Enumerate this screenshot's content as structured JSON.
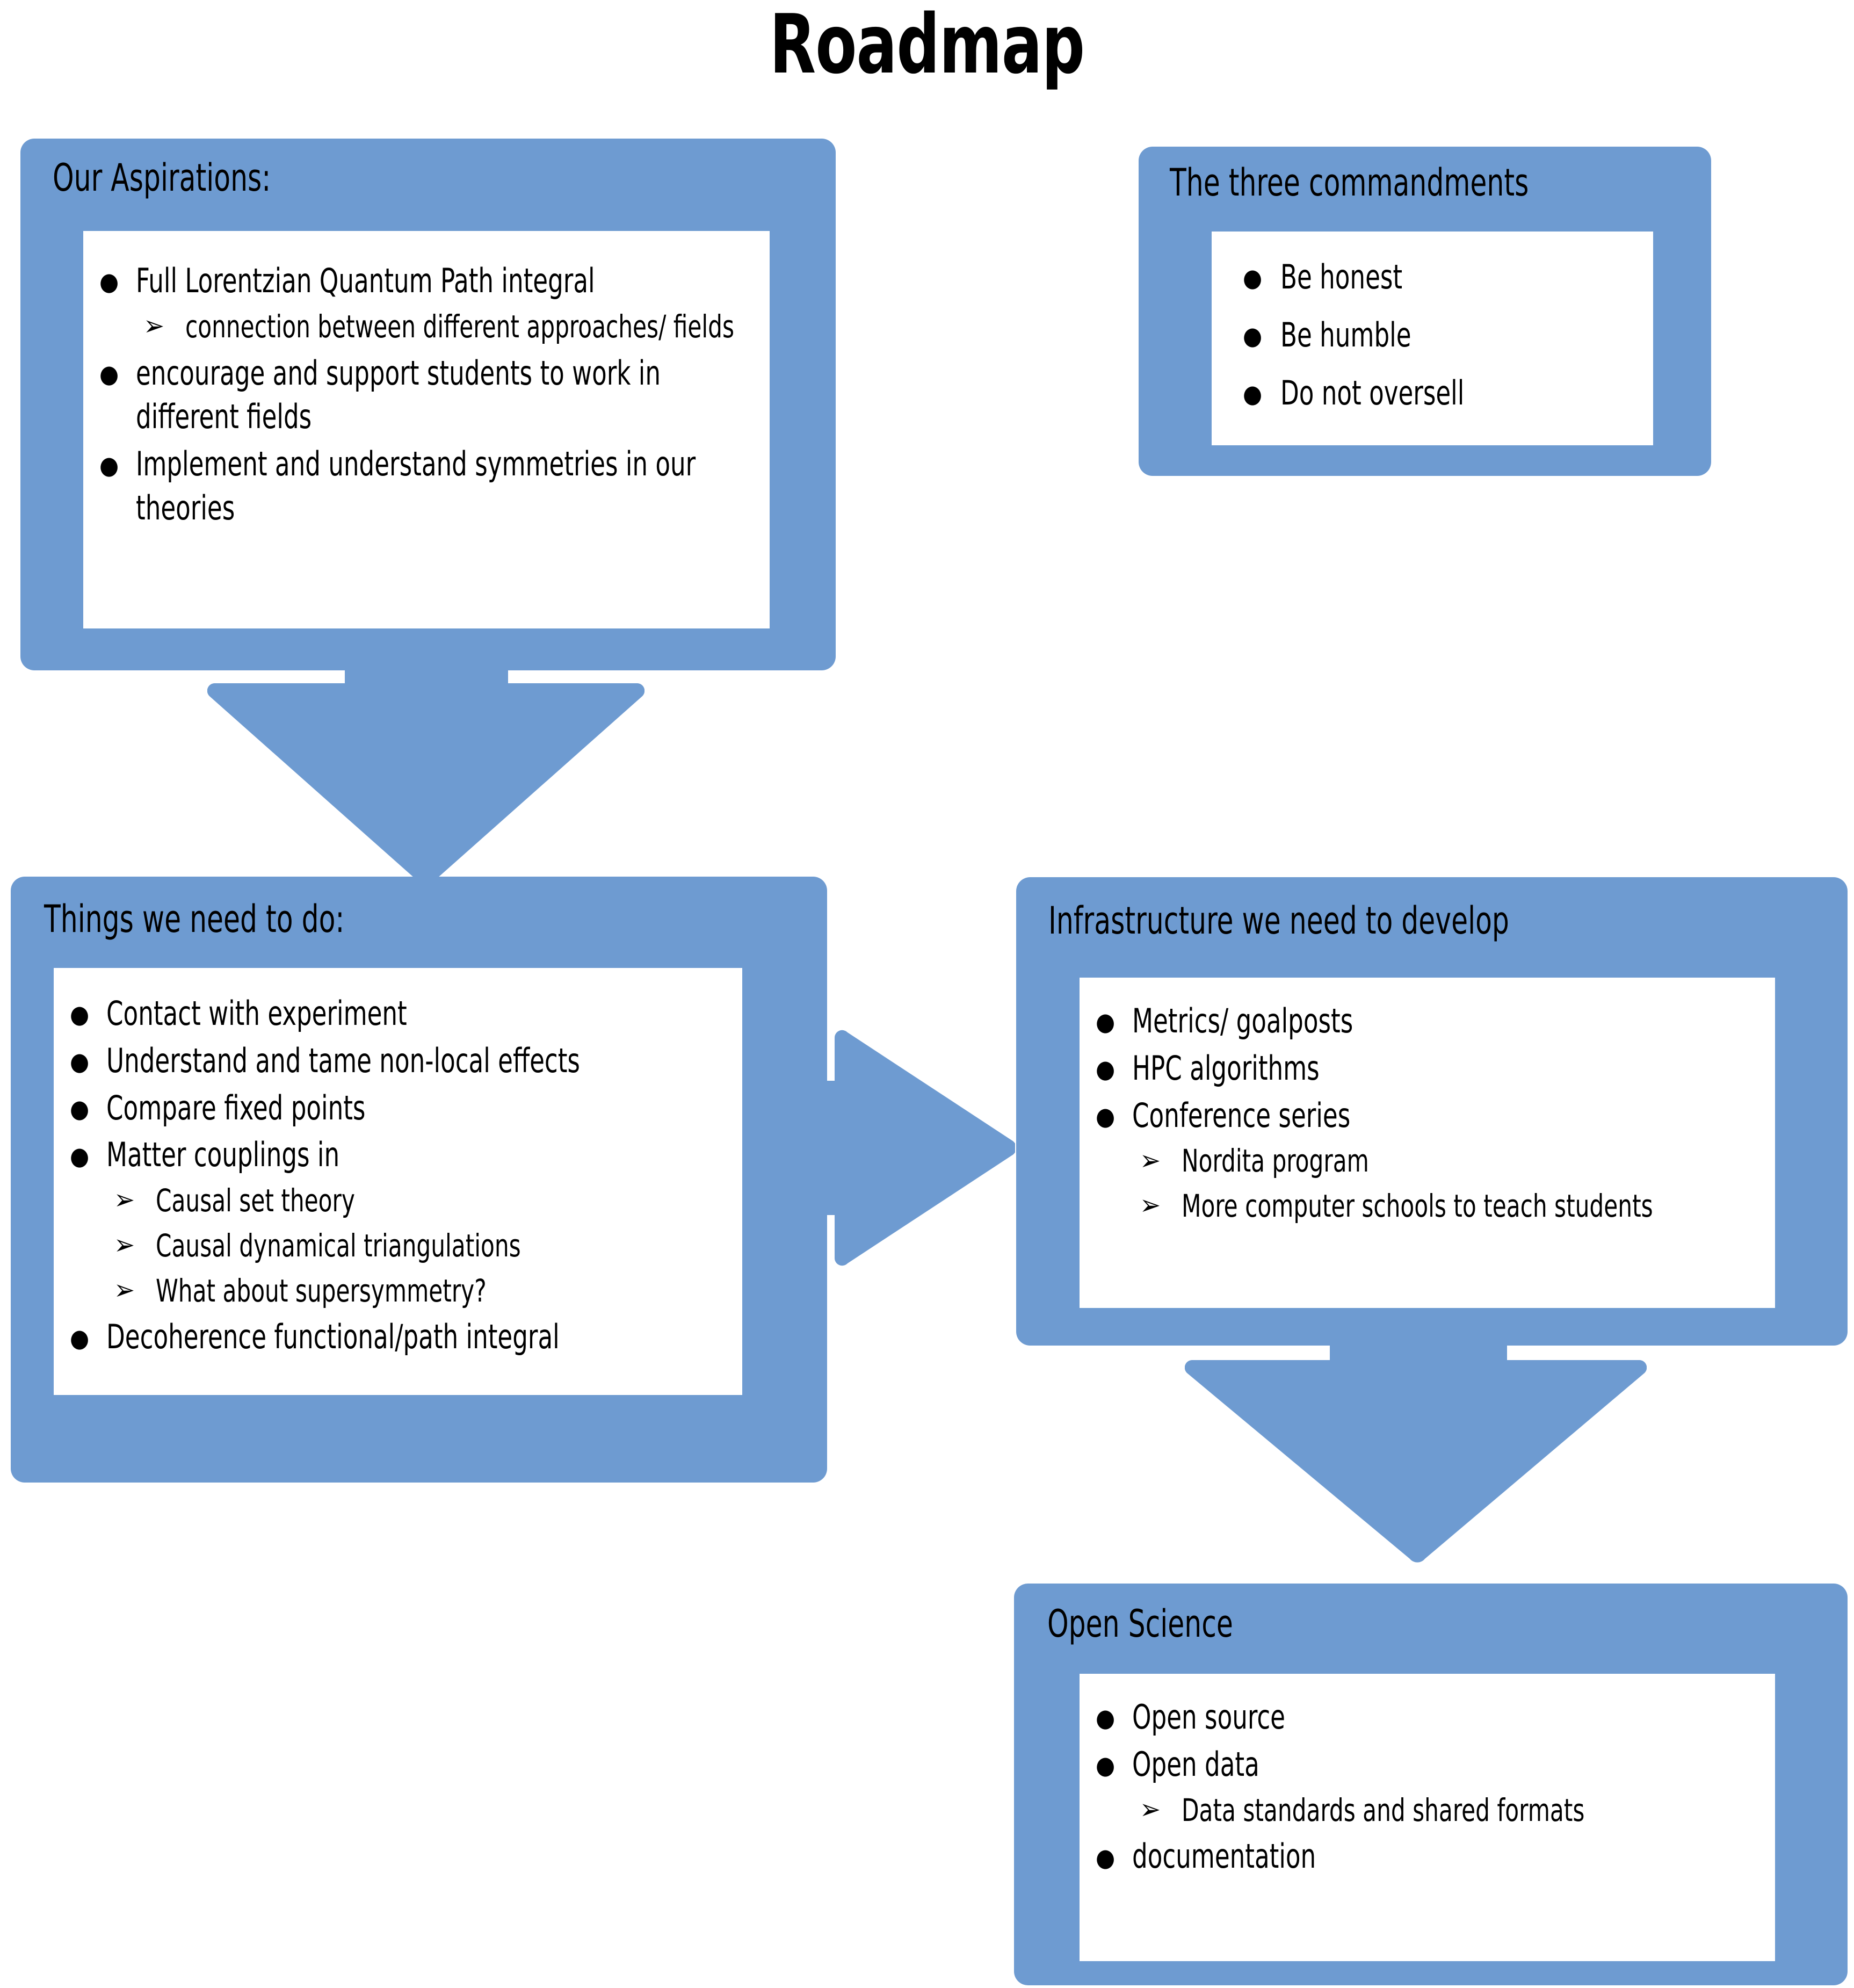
{
  "page": {
    "title": "Roadmap",
    "accent_color": "#6E9BD1",
    "panel_color": "#FFFFFF",
    "text_color": "#000000",
    "background_color": "#FFFFFF",
    "bullet_marker": "●",
    "sub_bullet_marker": "➢"
  },
  "cards": {
    "aspirations": {
      "title": "Our Aspirations:",
      "items": [
        {
          "level": 1,
          "text": "Full Lorentzian Quantum Path integral"
        },
        {
          "level": 2,
          "text": "connection between different approaches/ fields"
        },
        {
          "level": 1,
          "text": "encourage and support students to work in different fields"
        },
        {
          "level": 1,
          "text": "Implement and understand symmetries in our theories"
        }
      ]
    },
    "commandments": {
      "title": "The three commandments",
      "items": [
        {
          "level": 1,
          "text": "Be honest"
        },
        {
          "level": 1,
          "text": "Be humble"
        },
        {
          "level": 1,
          "text": "Do not oversell"
        }
      ]
    },
    "todo": {
      "title": "Things we need to do:",
      "items": [
        {
          "level": 1,
          "text": "Contact with experiment"
        },
        {
          "level": 1,
          "text": "Understand and tame non-local effects"
        },
        {
          "level": 1,
          "text": "Compare fixed points"
        },
        {
          "level": 1,
          "text": "Matter couplings in"
        },
        {
          "level": 2,
          "text": "Causal set theory"
        },
        {
          "level": 2,
          "text": "Causal dynamical triangulations"
        },
        {
          "level": 2,
          "text": "What about supersymmetry?"
        },
        {
          "level": 1,
          "text": "Decoherence functional/path integral"
        }
      ]
    },
    "infrastructure": {
      "title": "Infrastructure we need to develop",
      "items": [
        {
          "level": 1,
          "text": "Metrics/ goalposts"
        },
        {
          "level": 1,
          "text": "HPC algorithms"
        },
        {
          "level": 1,
          "text": "Conference series"
        },
        {
          "level": 2,
          "text": "Nordita program"
        },
        {
          "level": 2,
          "text": "More computer schools to teach students"
        }
      ]
    },
    "open_science": {
      "title": "Open Science",
      "items": [
        {
          "level": 1,
          "text": "Open source"
        },
        {
          "level": 1,
          "text": "Open data"
        },
        {
          "level": 2,
          "text": "Data standards and shared formats"
        },
        {
          "level": 1,
          "text": "documentation"
        }
      ]
    }
  },
  "arrows": [
    {
      "name": "aspirations-to-todo",
      "direction": "down"
    },
    {
      "name": "todo-to-infrastructure",
      "direction": "right"
    },
    {
      "name": "infrastructure-to-open-science",
      "direction": "down"
    }
  ]
}
